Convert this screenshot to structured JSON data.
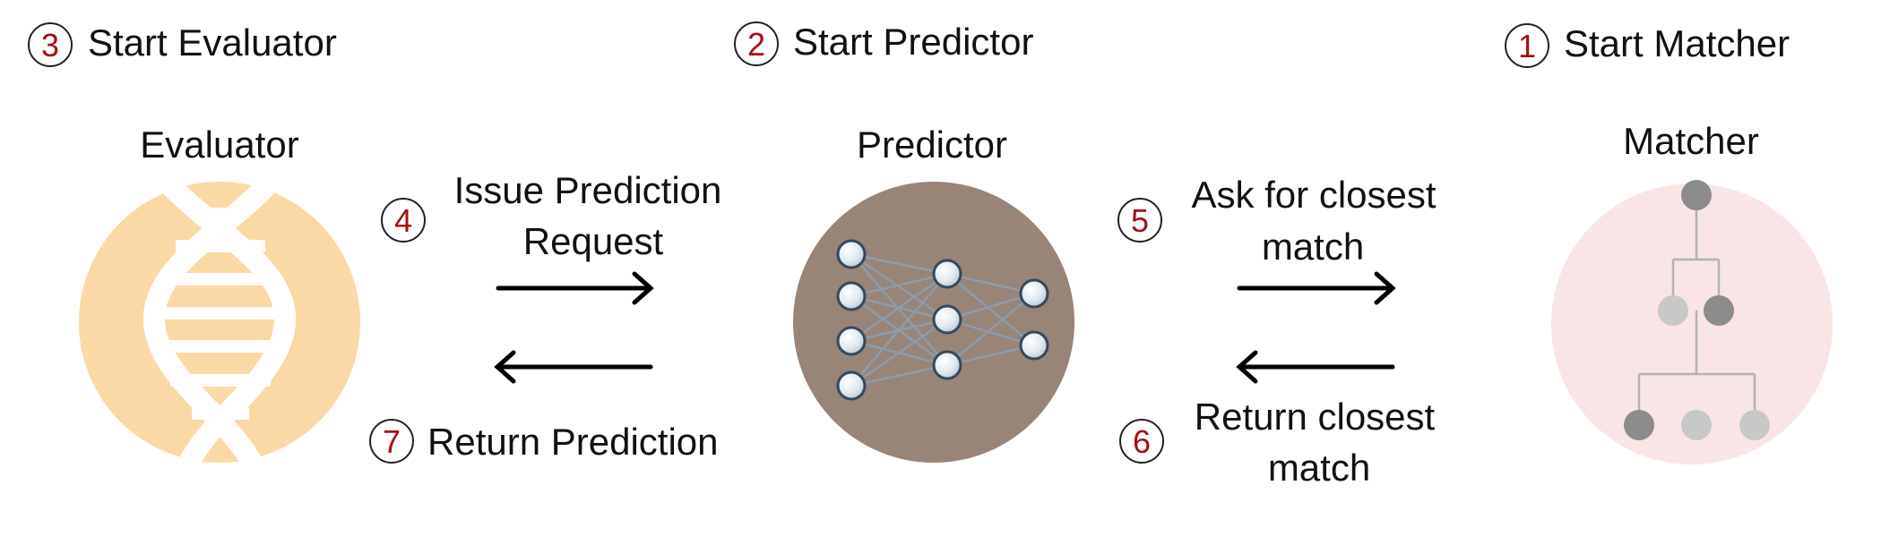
{
  "steps": [
    {
      "num": "3",
      "label": "Start Evaluator"
    },
    {
      "num": "2",
      "label": "Start Predictor"
    },
    {
      "num": "1",
      "label": "Start Matcher"
    }
  ],
  "nodes": {
    "evaluator": "Evaluator",
    "predictor": "Predictor",
    "matcher": "Matcher"
  },
  "messages": {
    "issue": {
      "num": "4",
      "line1": "Issue Prediction",
      "line2": "Request"
    },
    "return_prediction": {
      "num": "7",
      "label": "Return Prediction"
    },
    "ask": {
      "num": "5",
      "line1": "Ask for closest",
      "line2": "match"
    },
    "return_match": {
      "num": "6",
      "line1": "Return closest",
      "line2": "match"
    }
  },
  "icons": {
    "evaluator": "dna-helix-icon",
    "predictor": "neural-network-icon",
    "matcher": "tree-hierarchy-icon"
  },
  "colors": {
    "step_number": "#a50f15",
    "evaluator_circle": "#fad9a6",
    "predictor_circle": "#998478",
    "matcher_circle": "#f9e5e5",
    "neuron_fill": "#dfe9ef",
    "neuron_stroke": "#34495e",
    "edge": "#8c9cab"
  }
}
